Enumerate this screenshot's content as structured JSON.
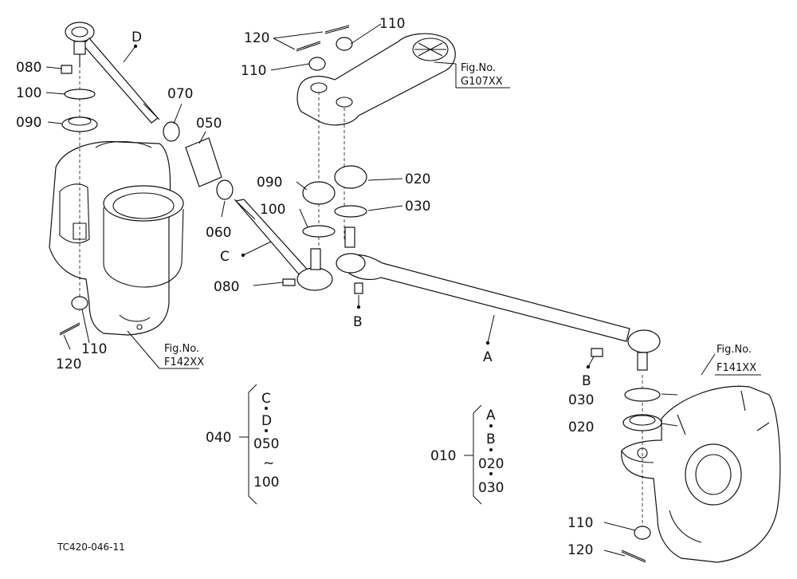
{
  "labels": {
    "p120_top": "120",
    "p110_top_right": "110",
    "p110_top_left": "110",
    "fig_g107": "Fig.No.",
    "fig_g107_code": "G107XX",
    "p080_left": "080",
    "p100_left": "100",
    "p090_left": "090",
    "p070": "070",
    "p050": "050",
    "p060": "060",
    "p090_mid": "090",
    "p020_mid": "020",
    "p100_mid": "100",
    "p030_mid": "030",
    "letter_D": "D",
    "letter_C": "C",
    "letter_B_mid": "B",
    "letter_A": "A",
    "letter_B_right": "B",
    "p080_mid": "080",
    "p110_left_low": "110",
    "p120_left_low": "120",
    "fig_f142": "Fig.No.",
    "fig_f142_code": "F142XX",
    "fig_f141": "Fig.No.",
    "fig_f141_code": "F141XX",
    "p030_right": "030",
    "p020_right": "020",
    "p110_right_low": "110",
    "p120_right_low": "120",
    "footer_code": "TC420-046-11"
  },
  "group_040": {
    "number": "040",
    "items": [
      "C",
      "D",
      "050",
      "~",
      "100"
    ]
  },
  "group_010": {
    "number": "010",
    "items": [
      "A",
      "B",
      "020",
      "030"
    ]
  }
}
